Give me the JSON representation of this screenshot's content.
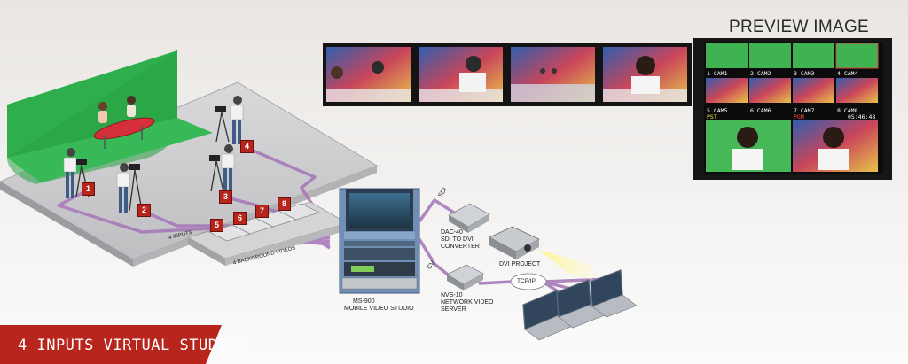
{
  "preview": {
    "title": "PREVIEW IMAGE"
  },
  "banner": {
    "text": "4 INPUTS VIRTUAL STUDIOS"
  },
  "labels": {
    "inputs": "4 INPUTS",
    "background_videos": "4 BACKGROUND VIDEOS",
    "sdi": "SDI",
    "cv": "CV",
    "tcpip": "TCP/IP"
  },
  "devices": {
    "studio": {
      "line1": "MS-900",
      "line2": "MOBILE VIDEO STUDIO"
    },
    "converter": {
      "line1": "DAC-40",
      "line2": "SDI TO DVI",
      "line3": "CONVERTER"
    },
    "projector": {
      "line1": "DVI PROJECT"
    },
    "server": {
      "line1": "NVS-10",
      "line2": "NETWORK VIDEO",
      "line3": "SERVER"
    }
  },
  "camera_numbers": [
    "1",
    "2",
    "3",
    "4"
  ],
  "background_numbers": [
    "5",
    "6",
    "7",
    "8"
  ],
  "multiview": {
    "labels": [
      "1 CAM1",
      "2 CAM2",
      "3 CAM3",
      "4 CAM4",
      "5 CAM5",
      "6 CAM6",
      "7 CAM7",
      "8 CAM8"
    ],
    "pst": "PST",
    "pgm": "PGM",
    "time": "05:46:48"
  },
  "colors": {
    "accent": "#b8251d",
    "cable": "#a77ab9",
    "greenscreen": "#2fae4d"
  }
}
